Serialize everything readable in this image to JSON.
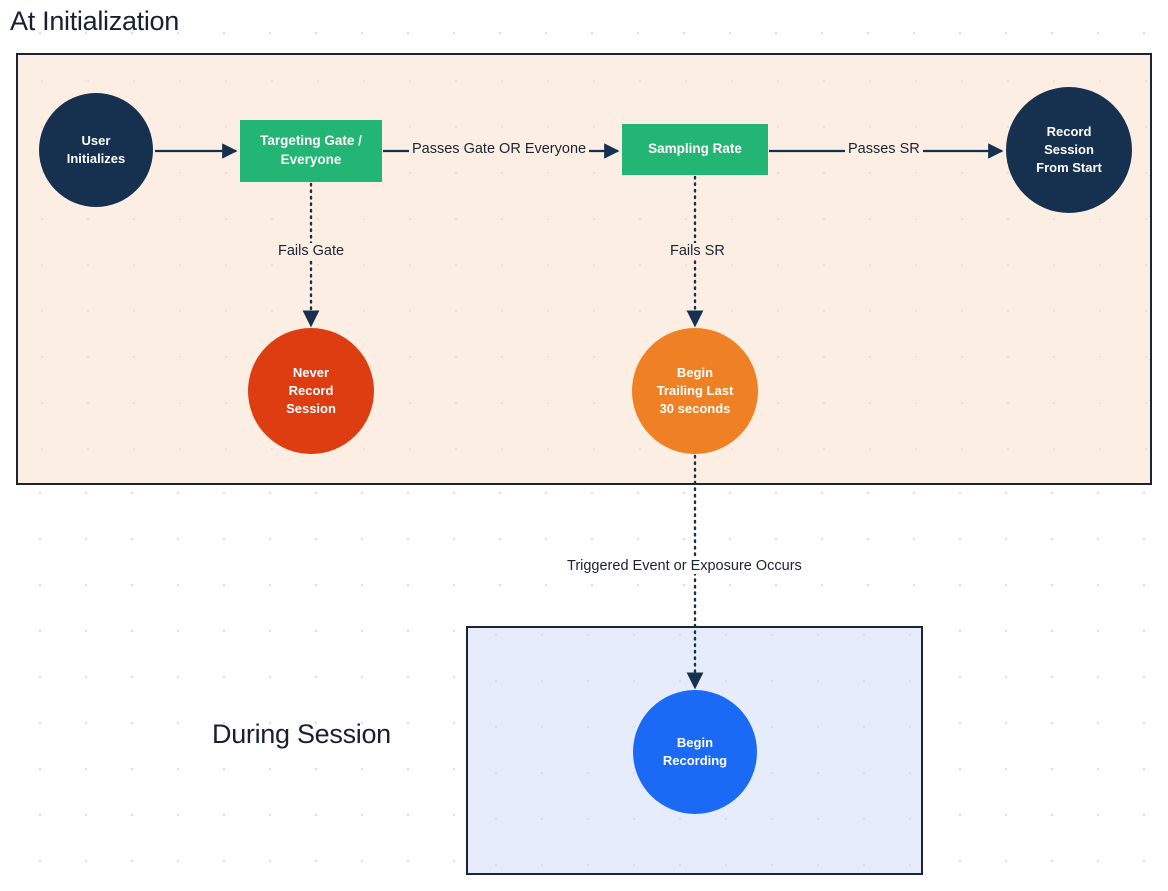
{
  "diagram": {
    "title_top": "At Initialization",
    "title_bottom": "During Session",
    "colors": {
      "page_background": "#ffffff",
      "init_container_fill": "#fdeee4",
      "session_container_fill": "#e6ecfb",
      "container_border": "#1b2434",
      "navy": "#16304f",
      "green": "#22b573",
      "red": "#dd3d11",
      "orange": "#f08024",
      "blue": "#1a6af5",
      "text_dark": "#18202f",
      "node_text": "#ffffff",
      "grid_dot": "#dcdce4"
    }
  },
  "nodes": {
    "user_initializes": {
      "label": "User\nInitializes",
      "shape": "circle",
      "color": "#16304f"
    },
    "targeting_gate": {
      "label": "Targeting Gate /\nEveryone",
      "shape": "rectangle",
      "color": "#22b573"
    },
    "sampling_rate": {
      "label": "Sampling Rate",
      "shape": "rectangle",
      "color": "#22b573"
    },
    "record_session_from_start": {
      "label": "Record\nSession\nFrom Start",
      "shape": "circle",
      "color": "#16304f"
    },
    "never_record_session": {
      "label": "Never\nRecord\nSession",
      "shape": "circle",
      "color": "#dd3d11"
    },
    "begin_trailing": {
      "label": "Begin\nTrailing Last\n30 seconds",
      "shape": "circle",
      "color": "#f08024"
    },
    "begin_recording": {
      "label": "Begin\nRecording",
      "shape": "circle",
      "color": "#1a6af5"
    }
  },
  "edges": {
    "user_to_gate": {
      "label": "",
      "style": "solid"
    },
    "gate_to_sampling": {
      "label": "Passes Gate OR Everyone",
      "style": "solid"
    },
    "sampling_to_record": {
      "label": "Passes SR",
      "style": "solid"
    },
    "gate_to_never": {
      "label": "Fails Gate",
      "style": "dotted"
    },
    "sampling_to_trailing": {
      "label": "Fails SR",
      "style": "dotted"
    },
    "trailing_to_recording": {
      "label": "Triggered Event or Exposure Occurs",
      "style": "dotted"
    }
  }
}
